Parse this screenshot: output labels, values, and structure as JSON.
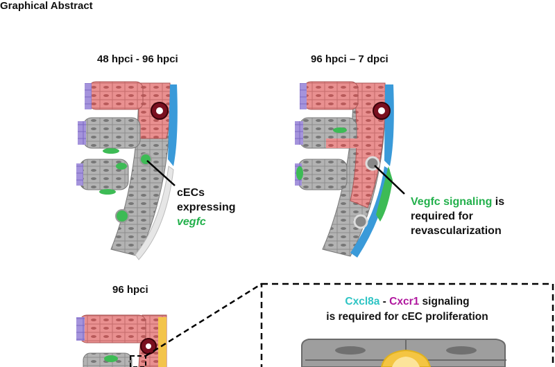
{
  "header": {
    "title": "Graphical Abstract"
  },
  "panels": {
    "p1": {
      "title": "48 hpci - 96 hpci",
      "callout_l1": "cECs",
      "callout_l2": "expressing",
      "callout_l3": "vegfc"
    },
    "p2": {
      "title": "96 hpci – 7 dpci",
      "callout_green": "Vegfc signaling",
      "callout_tail": " is",
      "callout_l2": "required for",
      "callout_l3": "revascularization"
    },
    "p3": {
      "title": "96 hpci"
    }
  },
  "inset": {
    "cxcl8a": "Cxcl8a",
    "dash": " - ",
    "cxcr1": "Cxcr1",
    "signaling": " signaling",
    "line2": "is required for cEC proliferation"
  },
  "colors": {
    "green": "#22b04b",
    "cyan": "#2ec4c4",
    "magenta": "#b0179e",
    "red_cell": "#e88a8a",
    "gray_cell": "#a9a9a9",
    "purple": "#9b87d6",
    "blue": "#3a9ad9"
  }
}
